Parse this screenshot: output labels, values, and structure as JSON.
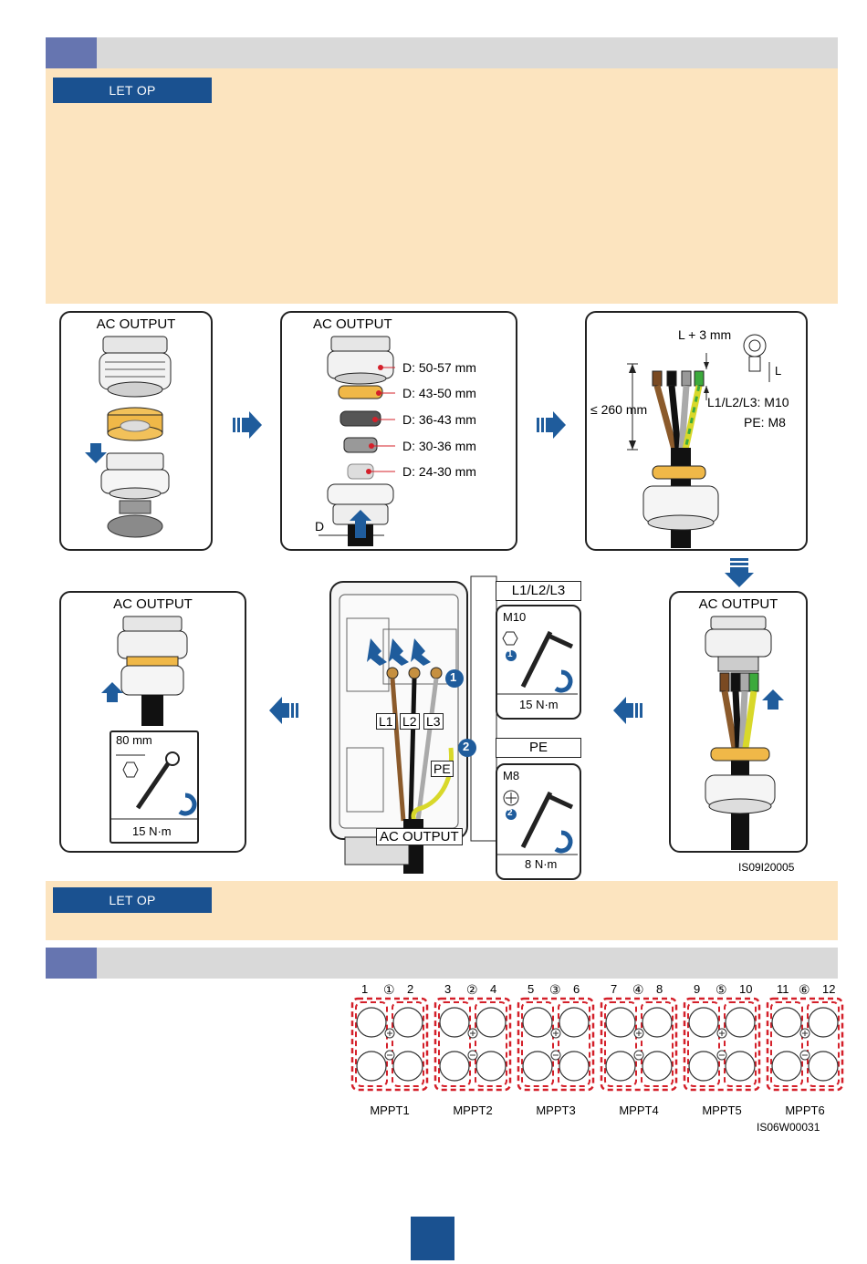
{
  "section1": {
    "number": "",
    "title": ""
  },
  "note1": {
    "label": "LET OP",
    "text": ""
  },
  "panels": {
    "p1": {
      "title": "AC OUTPUT"
    },
    "p2": {
      "title": "AC OUTPUT",
      "dims": [
        "D: 50-57 mm",
        "D: 43-50 mm",
        "D: 36-43 mm",
        "D: 30-36 mm",
        "D: 24-30 mm"
      ],
      "d_label": "D"
    },
    "p3": {
      "strip": "L + 3 mm",
      "length": "≤ 260 mm",
      "l_label": "L",
      "bolt1": "L1/L2/L3: M10",
      "bolt2": "PE: M8"
    },
    "p4": {
      "title": "AC OUTPUT"
    },
    "p5": {
      "title": "AC OUTPUT",
      "wrench": "80 mm",
      "torque": "15 N·m"
    },
    "center": {
      "l1": "L1",
      "l2": "L2",
      "l3": "L3",
      "pe": "PE",
      "output": "AC OUTPUT",
      "step1": "1",
      "step2": "2"
    },
    "tool_l": {
      "title": "L1/L2/L3",
      "bolt": "M10",
      "step": "1",
      "torque": "15 N·m"
    },
    "tool_pe": {
      "title": "PE",
      "bolt": "M8",
      "step": "2",
      "torque": "8 N·m"
    },
    "figure_id": "IS09I20005"
  },
  "note2": {
    "label": "LET OP",
    "text": ""
  },
  "section2": {
    "number": "",
    "title": ""
  },
  "mppt": {
    "groups": [
      {
        "left": "1",
        "right": "2",
        "circle": "①",
        "label": "MPPT1"
      },
      {
        "left": "3",
        "right": "4",
        "circle": "②",
        "label": "MPPT2"
      },
      {
        "left": "5",
        "right": "6",
        "circle": "③",
        "label": "MPPT3"
      },
      {
        "left": "7",
        "right": "8",
        "circle": "④",
        "label": "MPPT4"
      },
      {
        "left": "9",
        "right": "10",
        "circle": "⑤",
        "label": "MPPT5"
      },
      {
        "left": "11",
        "right": "12",
        "circle": "⑥",
        "label": "MPPT6"
      }
    ],
    "figure_id": "IS06W00031"
  },
  "page": {
    "number": ""
  },
  "colors": {
    "accent": "#1a5190",
    "section": "#6675b0",
    "note_bg": "#fce4bf",
    "dash_red": "#d4202a"
  }
}
